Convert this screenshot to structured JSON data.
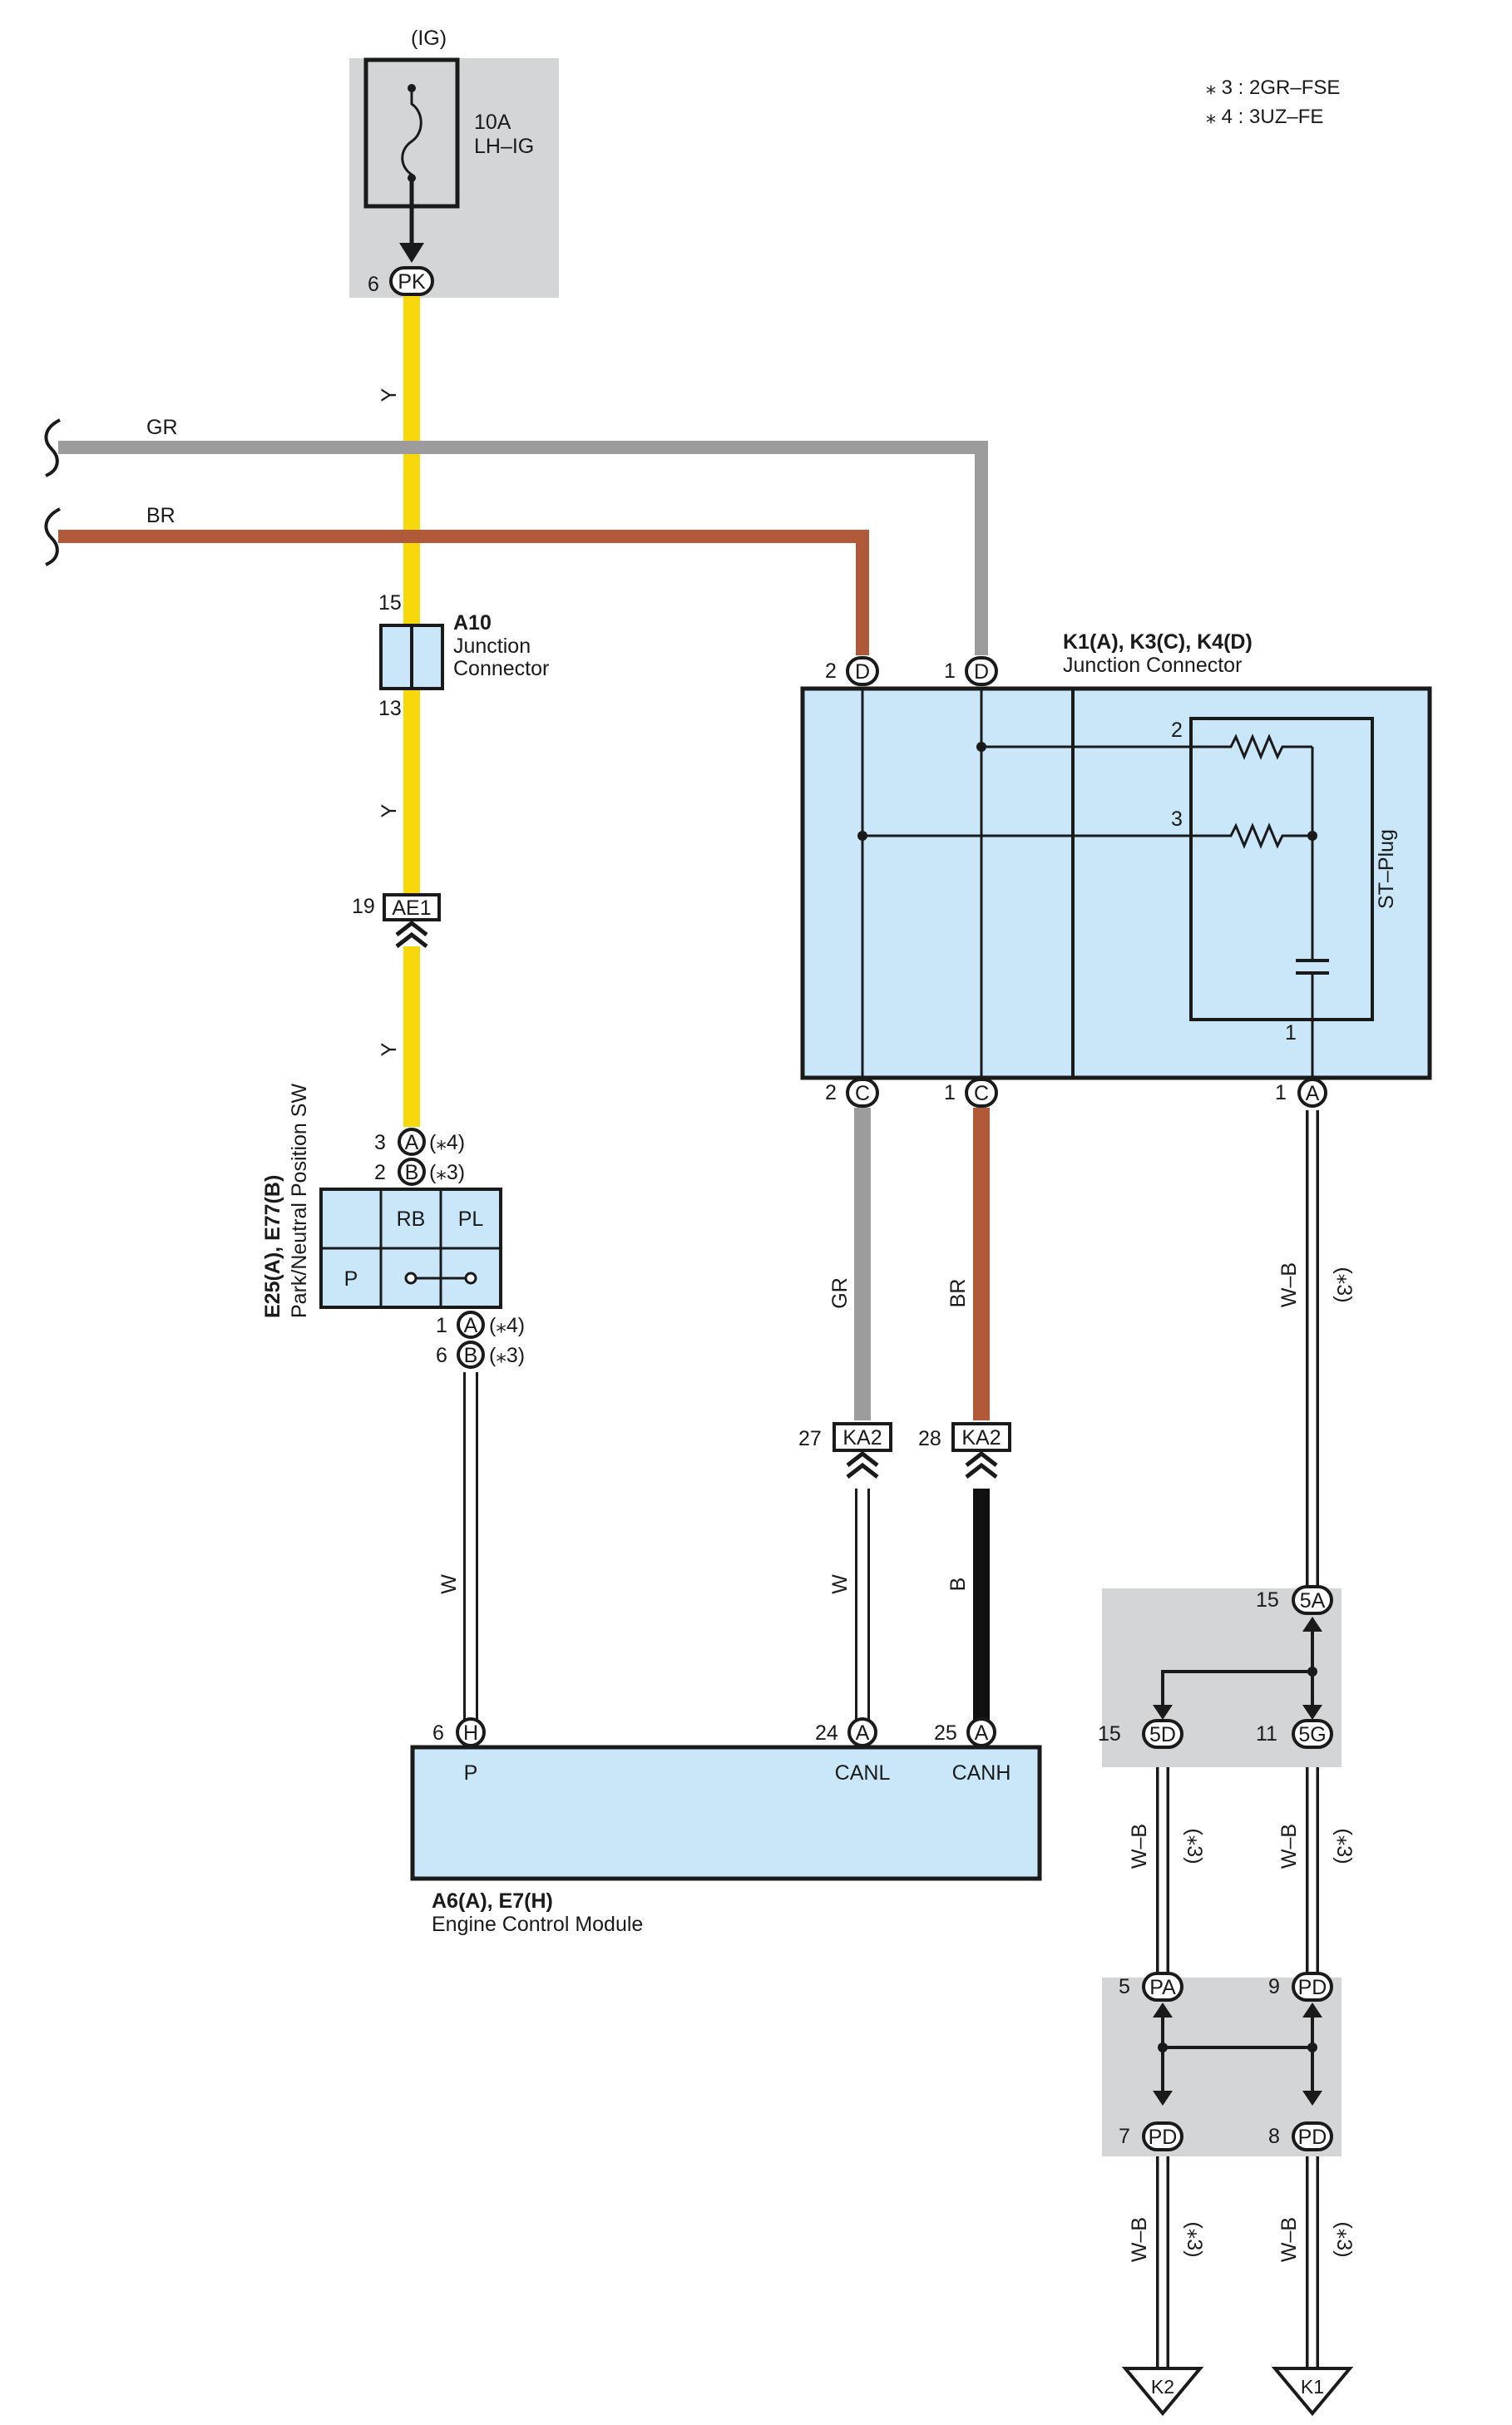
{
  "notes": {
    "n3": "⁎ 3 : 2GR–FSE",
    "n4": "⁎ 4 : 3UZ–FE"
  },
  "colors": {
    "yellow": "#f7d80a",
    "gray": "#9c9c9c",
    "brown": "#b05a3a",
    "black": "#111111",
    "box_fill": "#c9e7f8",
    "shade": "#d4d5d7"
  },
  "fuse": {
    "ig": "(IG)",
    "amp": "10A",
    "name": "LH–IG",
    "pin_num": "6",
    "pin": "PK"
  },
  "wires": {
    "y_top": "Y",
    "gr_left": "GR",
    "br_left": "BR",
    "y_mid": "Y",
    "y_low": "Y",
    "w_left": "W",
    "gr_mid": "GR",
    "br_mid": "BR",
    "w_mid": "W",
    "b_mid": "B",
    "wb": "W–B",
    "wb_mark": "(⁎3)"
  },
  "a10": {
    "pin_top": "15",
    "pin_bottom": "13",
    "id": "A10",
    "name1": "Junction",
    "name2": "Connector"
  },
  "ae1": {
    "num": "19",
    "label": "AE1"
  },
  "pnp": {
    "id": "E25(A), E77(B)",
    "name": "Park/Neutral Position SW",
    "pin3": "3",
    "pinA": "A",
    "mark4": "(⁎4)",
    "pin2": "2",
    "pinB": "B",
    "mark3": "(⁎3)",
    "rb": "RB",
    "pl": "PL",
    "p": "P",
    "pin1": "1",
    "pin6": "6"
  },
  "junction": {
    "id": "K1(A), K3(C), K4(D)",
    "name": "Junction Connector",
    "top_pin2": "2",
    "top_pin1": "1",
    "top_conn": "D",
    "bot_pin2": "2",
    "bot_pin1": "1",
    "bot_conn": "C",
    "bot_pin1a": "1",
    "bot_conn_a": "A",
    "r_pin2": "2",
    "r_pin3": "3",
    "r_pin1": "1",
    "st_plug": "ST–Plug"
  },
  "ka2": {
    "num27": "27",
    "num28": "28",
    "label": "KA2"
  },
  "ecm": {
    "id": "A6(A), E7(H)",
    "name": "Engine Control Module",
    "pin6": "6",
    "connH": "H",
    "pin24": "24",
    "pin25": "25",
    "connA": "A",
    "p": "P",
    "canl": "CANL",
    "canh": "CANH"
  },
  "splices": {
    "p15a": "15",
    "c5a": "5A",
    "p15d": "15",
    "c5d": "5D",
    "p11": "11",
    "c5g": "5G",
    "p5": "5",
    "cpa": "PA",
    "p9": "9",
    "cpd9": "PD",
    "p7": "7",
    "cpd7": "PD",
    "p8": "8",
    "cpd8": "PD"
  },
  "grounds": {
    "k2": "K2",
    "k1": "K1"
  }
}
